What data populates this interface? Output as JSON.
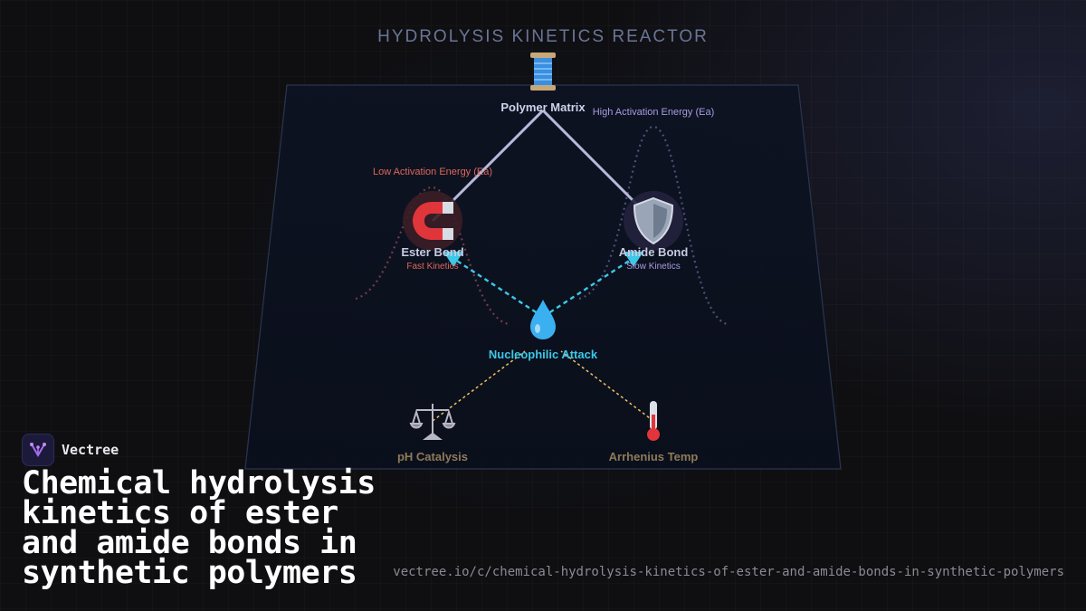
{
  "header": {
    "title": "HYDROLYSIS KINETICS REACTOR"
  },
  "diagram": {
    "nodes": {
      "polymer": {
        "label": "Polymer Matrix",
        "icon": "spool-icon"
      },
      "ester": {
        "label": "Ester Bond",
        "sublabel": "Fast Kinetics",
        "icon": "magnet-icon"
      },
      "amide": {
        "label": "Amide Bond",
        "sublabel": "Slow Kinetics",
        "icon": "shield-icon"
      },
      "attack": {
        "label": "Nucleophilic Attack",
        "icon": "droplet-icon"
      },
      "ph": {
        "label": "pH Catalysis",
        "icon": "balance-scale-icon"
      },
      "temp": {
        "label": "Arrhenius Temp",
        "icon": "thermometer-icon"
      }
    },
    "annotations": {
      "low_ea": "Low Activation Energy (Ea)",
      "high_ea": "High Activation Energy (Ea)"
    },
    "colors": {
      "ester_accent": "#e0665a",
      "amide_accent": "#a99be0",
      "attack_accent": "#3cc8e6",
      "factor_link": "#f0c060",
      "bond_link": "#b7b9dc",
      "factor_text": "#8f7a58"
    }
  },
  "brand": {
    "name": "Vectree"
  },
  "page": {
    "title": "Chemical hydrolysis kinetics of ester and amide bonds in synthetic polymers",
    "url": "vectree.io/c/chemical-hydrolysis-kinetics-of-ester-and-amide-bonds-in-synthetic-polymers"
  }
}
